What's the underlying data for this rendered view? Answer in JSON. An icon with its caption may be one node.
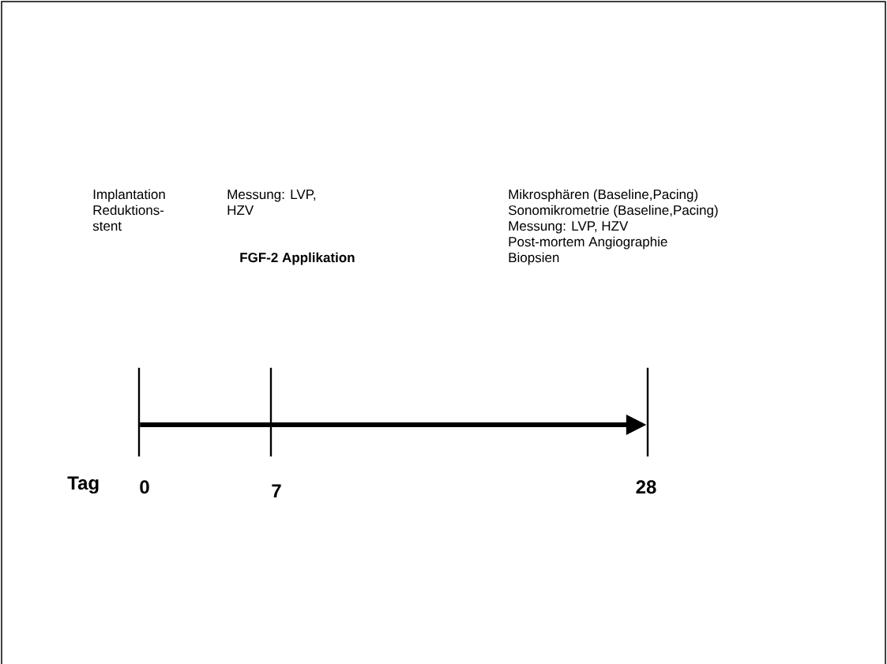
{
  "diagram": {
    "nodes": [
      {
        "text": [],
        "shape": "bar",
        "beside": [
          "0"
        ]
      },
      {
        "text": [],
        "shape": "bar",
        "beside": [
          "7"
        ]
      },
      {
        "text": [],
        "shape": "bar",
        "beside": [
          "28"
        ]
      }
    ],
    "edges": [
      {
        "from": 0,
        "to": 2,
        "arrow": "to"
      }
    ],
    "labels": [
      "Implantation",
      "Reduktions-",
      "stent",
      "Messung: LVP,",
      "HZV",
      "FGF-2 Applikation",
      "Mikrosphären (Baseline,Pacing)",
      "Sonomikrometrie (Baseline,Pacing)",
      "Messung: LVP, HZV",
      "Post-mortem Angiographie",
      "Biopsien",
      "Tag"
    ]
  }
}
